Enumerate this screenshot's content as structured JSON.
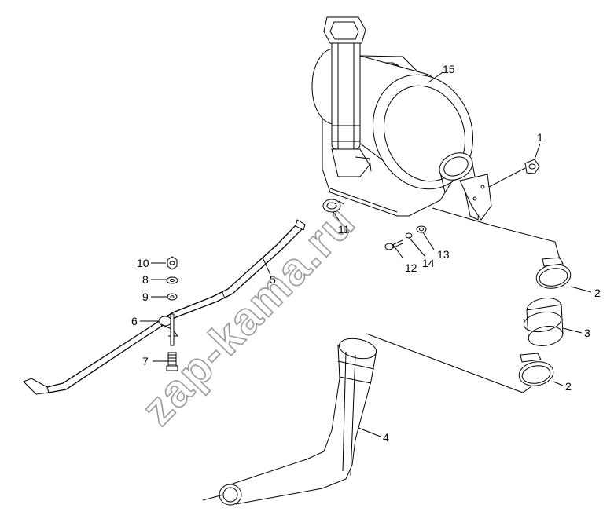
{
  "watermark": "zap-kama.ru",
  "callouts": [
    {
      "id": "c1",
      "text": "1"
    },
    {
      "id": "c2a",
      "text": "2"
    },
    {
      "id": "c2b",
      "text": "2"
    },
    {
      "id": "c3",
      "text": "3"
    },
    {
      "id": "c4",
      "text": "4"
    },
    {
      "id": "c5",
      "text": "5"
    },
    {
      "id": "c6",
      "text": "6"
    },
    {
      "id": "c7",
      "text": "7"
    },
    {
      "id": "c8",
      "text": "8"
    },
    {
      "id": "c9",
      "text": "9"
    },
    {
      "id": "c10",
      "text": "10"
    },
    {
      "id": "c11",
      "text": "11"
    },
    {
      "id": "c12",
      "text": "12"
    },
    {
      "id": "c13",
      "text": "13"
    },
    {
      "id": "c14",
      "text": "14"
    },
    {
      "id": "c15",
      "text": "15"
    }
  ]
}
